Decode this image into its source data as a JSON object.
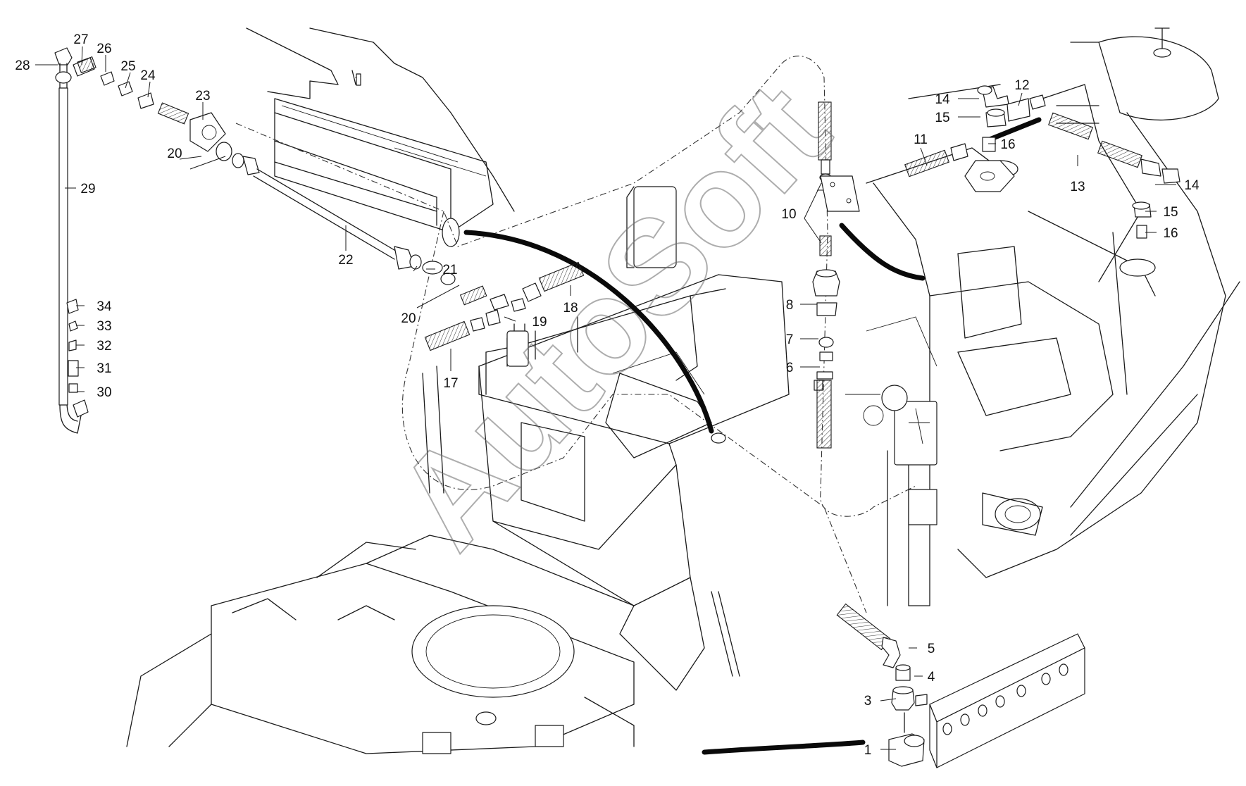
{
  "watermark": {
    "text": "AutoSoft"
  },
  "callouts": [
    {
      "n": "1"
    },
    {
      "n": "3"
    },
    {
      "n": "4"
    },
    {
      "n": "5"
    },
    {
      "n": "6"
    },
    {
      "n": "7"
    },
    {
      "n": "8"
    },
    {
      "n": "10"
    },
    {
      "n": "11"
    },
    {
      "n": "12"
    },
    {
      "n": "13"
    },
    {
      "n": "14"
    },
    {
      "n": "14"
    },
    {
      "n": "15"
    },
    {
      "n": "15"
    },
    {
      "n": "16"
    },
    {
      "n": "16"
    },
    {
      "n": "17"
    },
    {
      "n": "18"
    },
    {
      "n": "19"
    },
    {
      "n": "20"
    },
    {
      "n": "20"
    },
    {
      "n": "21"
    },
    {
      "n": "22"
    },
    {
      "n": "23"
    },
    {
      "n": "24"
    },
    {
      "n": "25"
    },
    {
      "n": "26"
    },
    {
      "n": "27"
    },
    {
      "n": "28"
    },
    {
      "n": "29"
    },
    {
      "n": "30"
    },
    {
      "n": "31"
    },
    {
      "n": "32"
    },
    {
      "n": "33"
    },
    {
      "n": "34"
    }
  ]
}
